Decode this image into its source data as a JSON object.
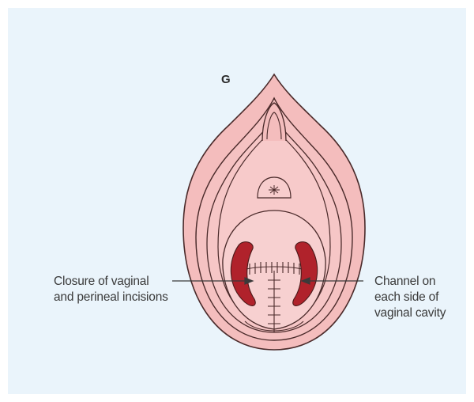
{
  "figure": {
    "panel_letter": "G",
    "label_left": {
      "line1": "Closure of vaginal",
      "line2": "and perineal incisions"
    },
    "label_right": {
      "line1": "Channel on",
      "line2": "each side of",
      "line3": "vaginal cavity"
    }
  },
  "colors": {
    "background": "#eaf4fb",
    "skin": "#f4bdbd",
    "skin_light": "#f7cdcd",
    "outline": "#4a2a2a",
    "channel": "#b0222b",
    "label_text": "#3a3a3a"
  }
}
